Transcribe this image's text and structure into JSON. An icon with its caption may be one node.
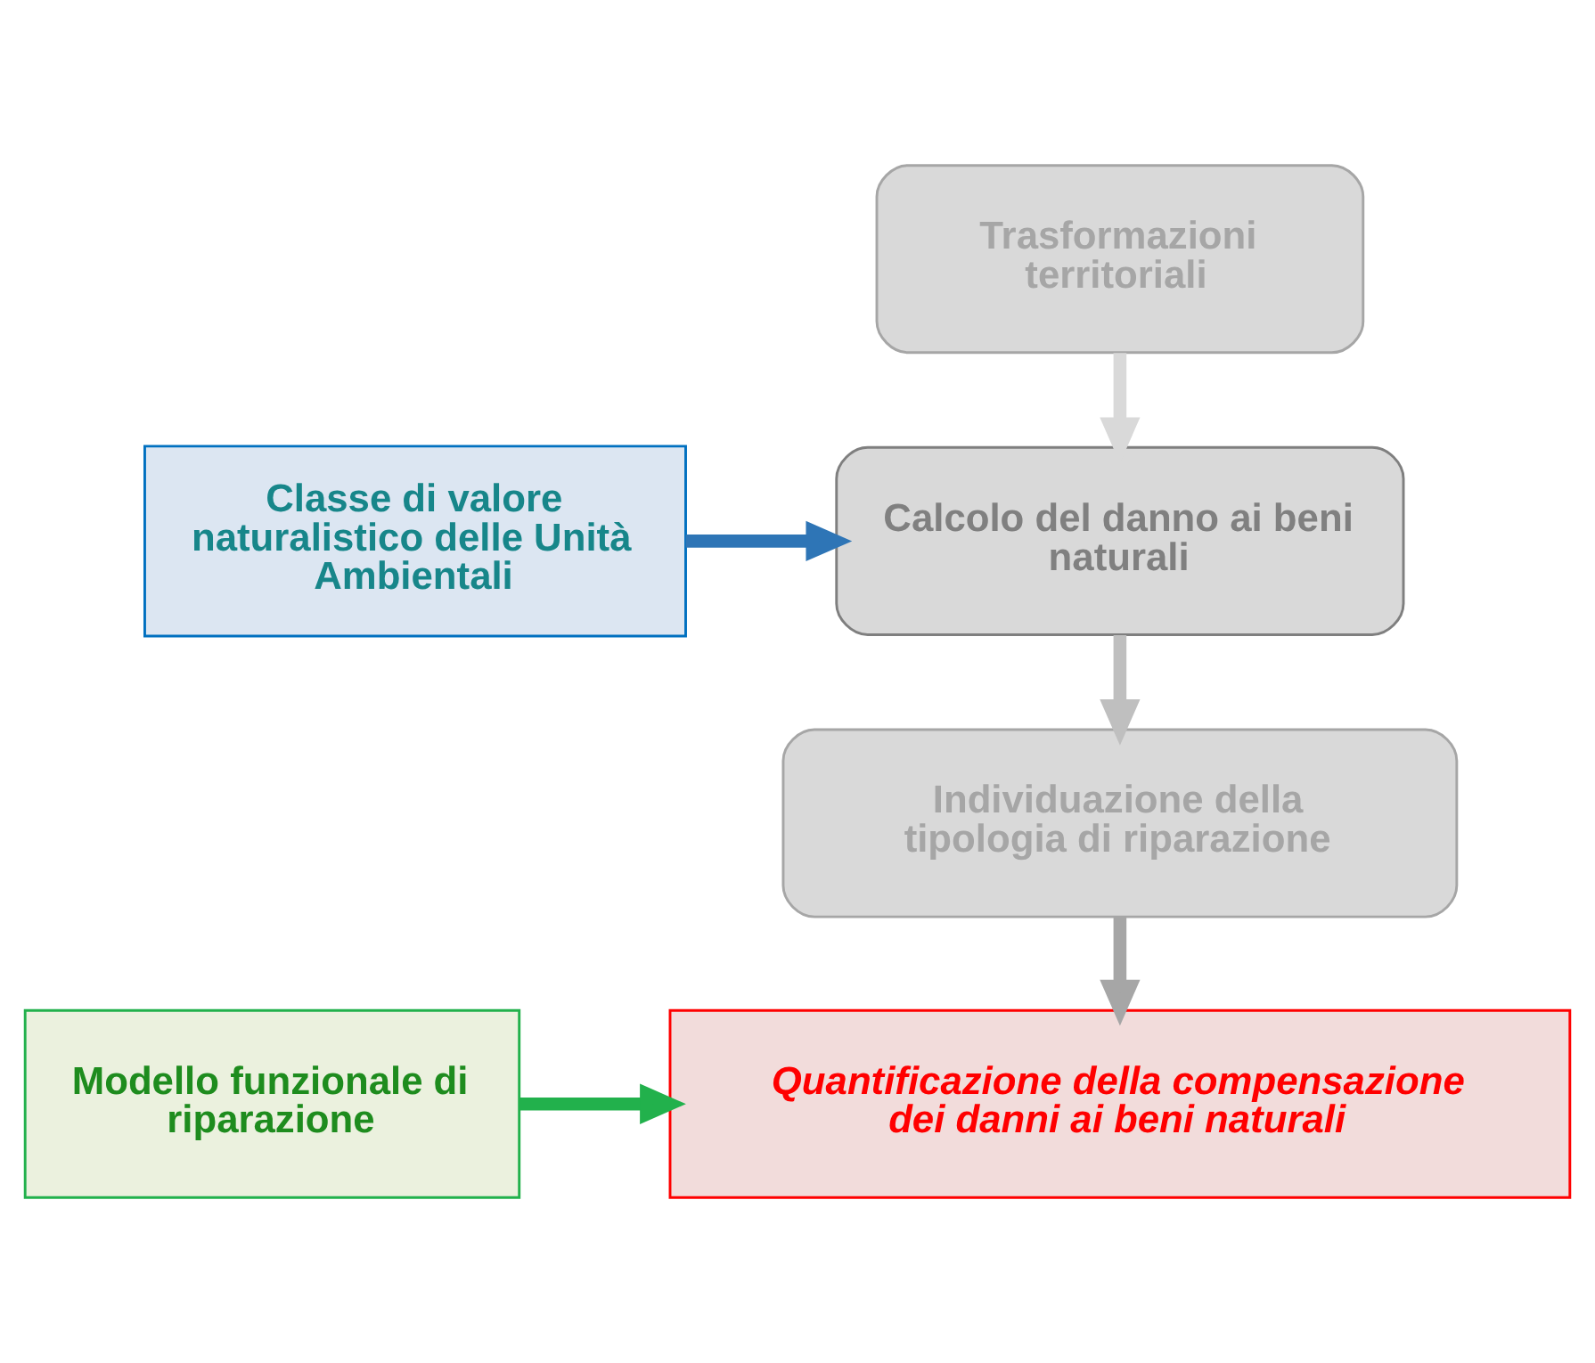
{
  "diagram": {
    "nodes": [
      {
        "text": [
          "Trasformazioni territoriali"
        ]
      },
      {
        "text": [
          "Classe di valore naturalistico delle Unità Ambientali"
        ]
      },
      {
        "text": [
          "Calcolo del danno ai beni naturali"
        ]
      },
      {
        "text": [
          "Individuazione della tipologia di riparazione"
        ]
      },
      {
        "text": [
          "Modello funzionale di riparazione"
        ]
      },
      {
        "text": [
          "Quantificazione della compensazione dei danni ai beni naturali"
        ]
      }
    ],
    "edges": [
      {
        "from": 0,
        "to": 2,
        "arrow": "to",
        "color": "#d9d9d9"
      },
      {
        "from": 1,
        "to": 2,
        "arrow": "to",
        "color": "#2e75b6"
      },
      {
        "from": 2,
        "to": 3,
        "arrow": "to",
        "color": "#bfbfbf"
      },
      {
        "from": 3,
        "to": 5,
        "arrow": "to",
        "color": "#a6a6a6"
      },
      {
        "from": 4,
        "to": 5,
        "arrow": "to",
        "color": "#22b14c"
      }
    ]
  }
}
